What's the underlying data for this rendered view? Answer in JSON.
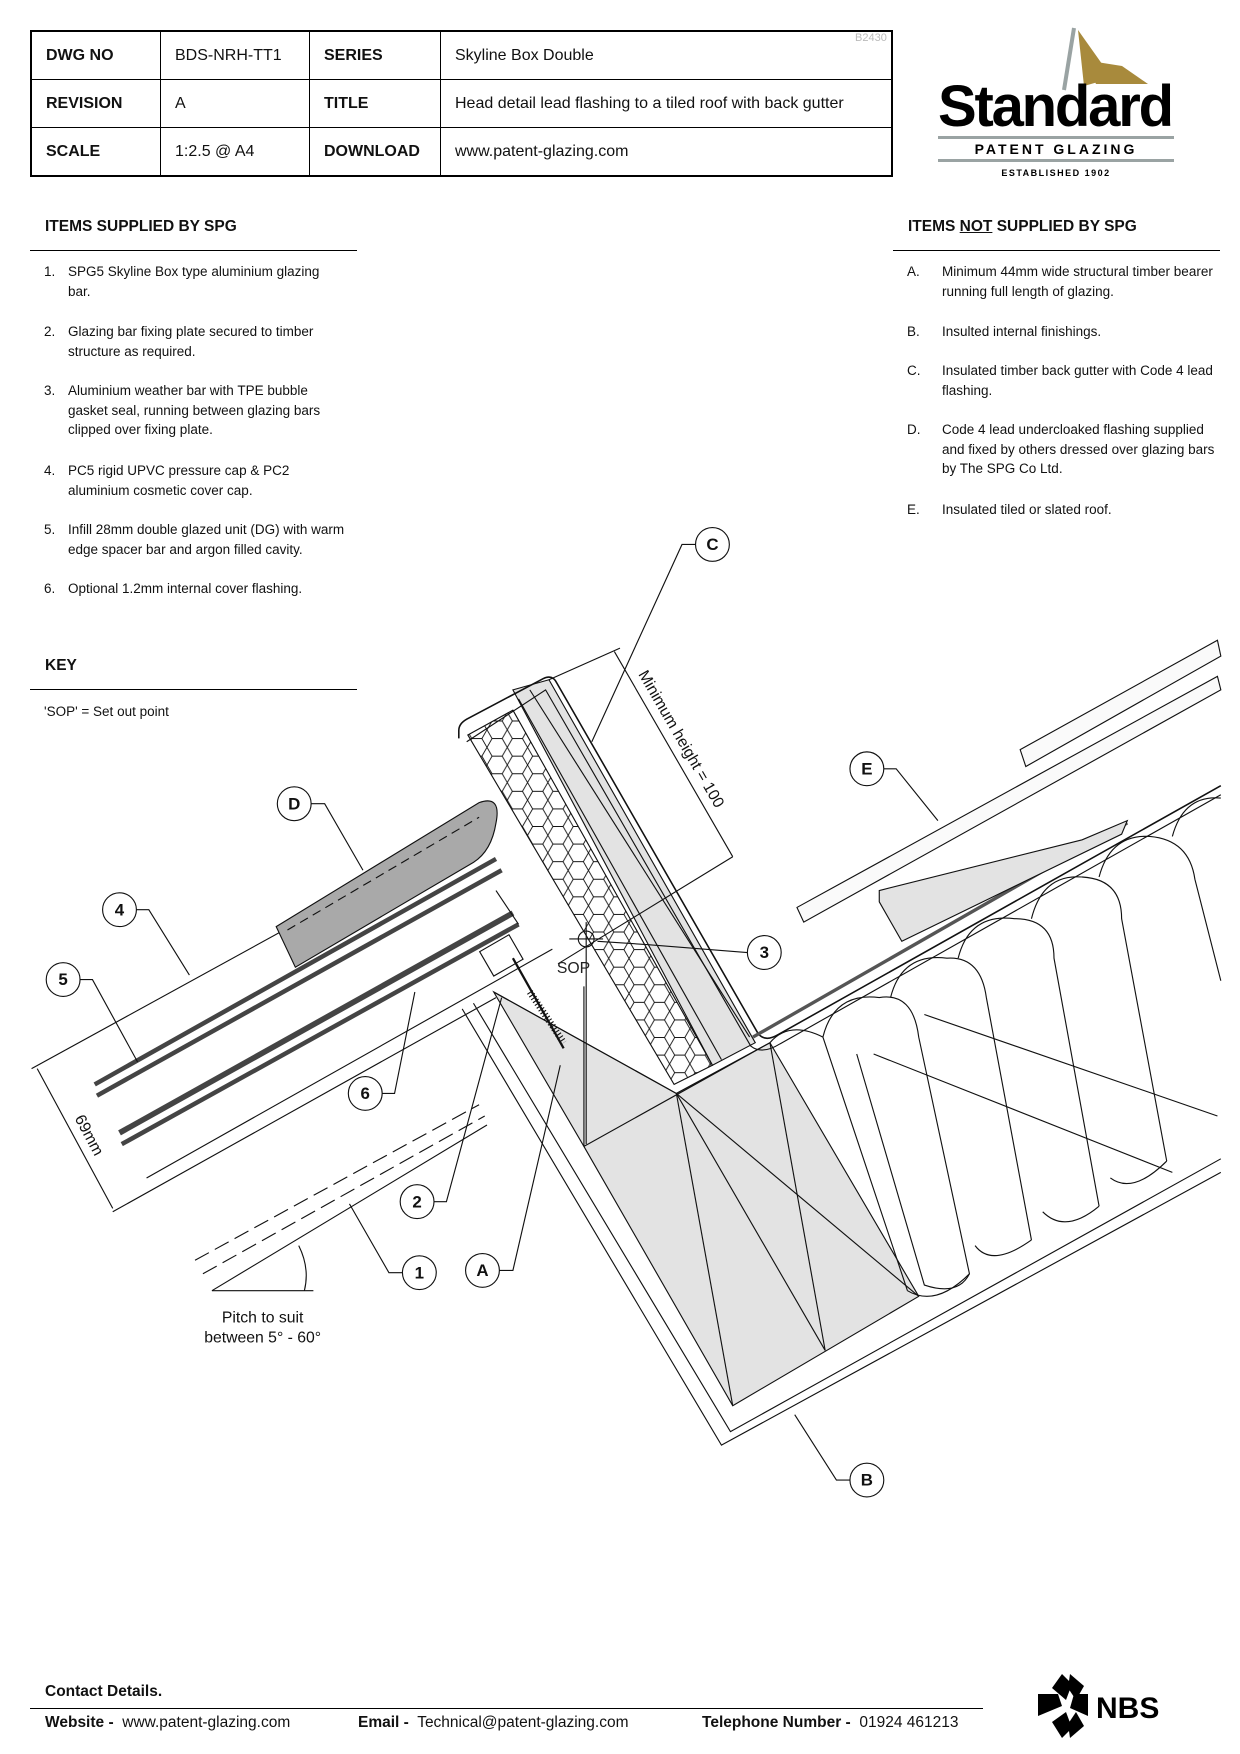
{
  "header": {
    "rows": [
      {
        "k1": "DWG NO",
        "v1": "BDS-NRH-TT1",
        "k2": "SERIES",
        "v2": "Skyline Box Double"
      },
      {
        "k1": "REVISION",
        "v1": "A",
        "k2": "TITLE",
        "v2": "Head detail lead flashing to a tiled roof with back gutter"
      },
      {
        "k1": "SCALE",
        "v1": "1:2.5 @ A4",
        "k2": "DOWNLOAD",
        "v2": "www.patent-glazing.com"
      }
    ],
    "ref_code": "B2430"
  },
  "logo": {
    "name": "Standard",
    "sub": "PATENT GLAZING",
    "est": "ESTABLISHED 1902",
    "flag_color": "#a88a3c",
    "bar_color": "#9aa3a3"
  },
  "supplied": {
    "heading": "ITEMS SUPPLIED BY SPG",
    "items": [
      {
        "n": "1.",
        "text": "SPG5 Skyline Box type aluminium glazing bar."
      },
      {
        "n": "2.",
        "text": "Glazing bar fixing plate secured to timber structure as required."
      },
      {
        "n": "3.",
        "text": "Aluminium weather bar with TPE bubble gasket seal, running between glazing bars clipped over fixing plate."
      },
      {
        "n": "4.",
        "text": "PC5 rigid UPVC pressure cap & PC2 aluminium cosmetic cover cap."
      },
      {
        "n": "5.",
        "text": "Infill 28mm double glazed unit (DG) with warm edge spacer bar and argon filled cavity."
      },
      {
        "n": "6.",
        "text": "Optional 1.2mm internal cover flashing."
      }
    ]
  },
  "not_supplied": {
    "heading_pre": "ITEMS ",
    "heading_not": "NOT",
    "heading_post": " SUPPLIED BY SPG",
    "items": [
      {
        "n": "A.",
        "text": "Minimum 44mm wide structural timber bearer running full length of glazing."
      },
      {
        "n": "B.",
        "text": "Insulted internal finishings."
      },
      {
        "n": "C.",
        "text": "Insulated timber back gutter with Code 4 lead flashing."
      },
      {
        "n": "D.",
        "text": "Code 4 lead undercloaked flashing supplied and fixed by others dressed over glazing bars by The SPG Co Ltd."
      },
      {
        "n": "E.",
        "text": "Insulated tiled or slated roof."
      }
    ]
  },
  "key": {
    "heading": "KEY",
    "text": "'SOP' = Set out point"
  },
  "drawing": {
    "callouts": {
      "c": "C",
      "d": "D",
      "n4": "4",
      "n5": "5",
      "n6": "6",
      "n2": "2",
      "n1": "1",
      "a": "A",
      "n3": "3",
      "e": "E",
      "b": "B"
    },
    "sop": "SOP",
    "min_height": "Minimum height = 100",
    "dim_69": "69mm",
    "pitch_1": "Pitch to suit",
    "pitch_2": "between 5° - 60°",
    "lead_color": "#a9a9a9",
    "timber_color": "#e3e3e3"
  },
  "footer": {
    "contact": "Contact Details.",
    "website_label": "Website",
    "website": "www.patent-glazing.com",
    "email_label": "Email",
    "email": "Technical@patent-glazing.com",
    "phone_label": "Telephone Number",
    "phone": "01924 461213",
    "sep": "-",
    "nbs": "NBS"
  }
}
